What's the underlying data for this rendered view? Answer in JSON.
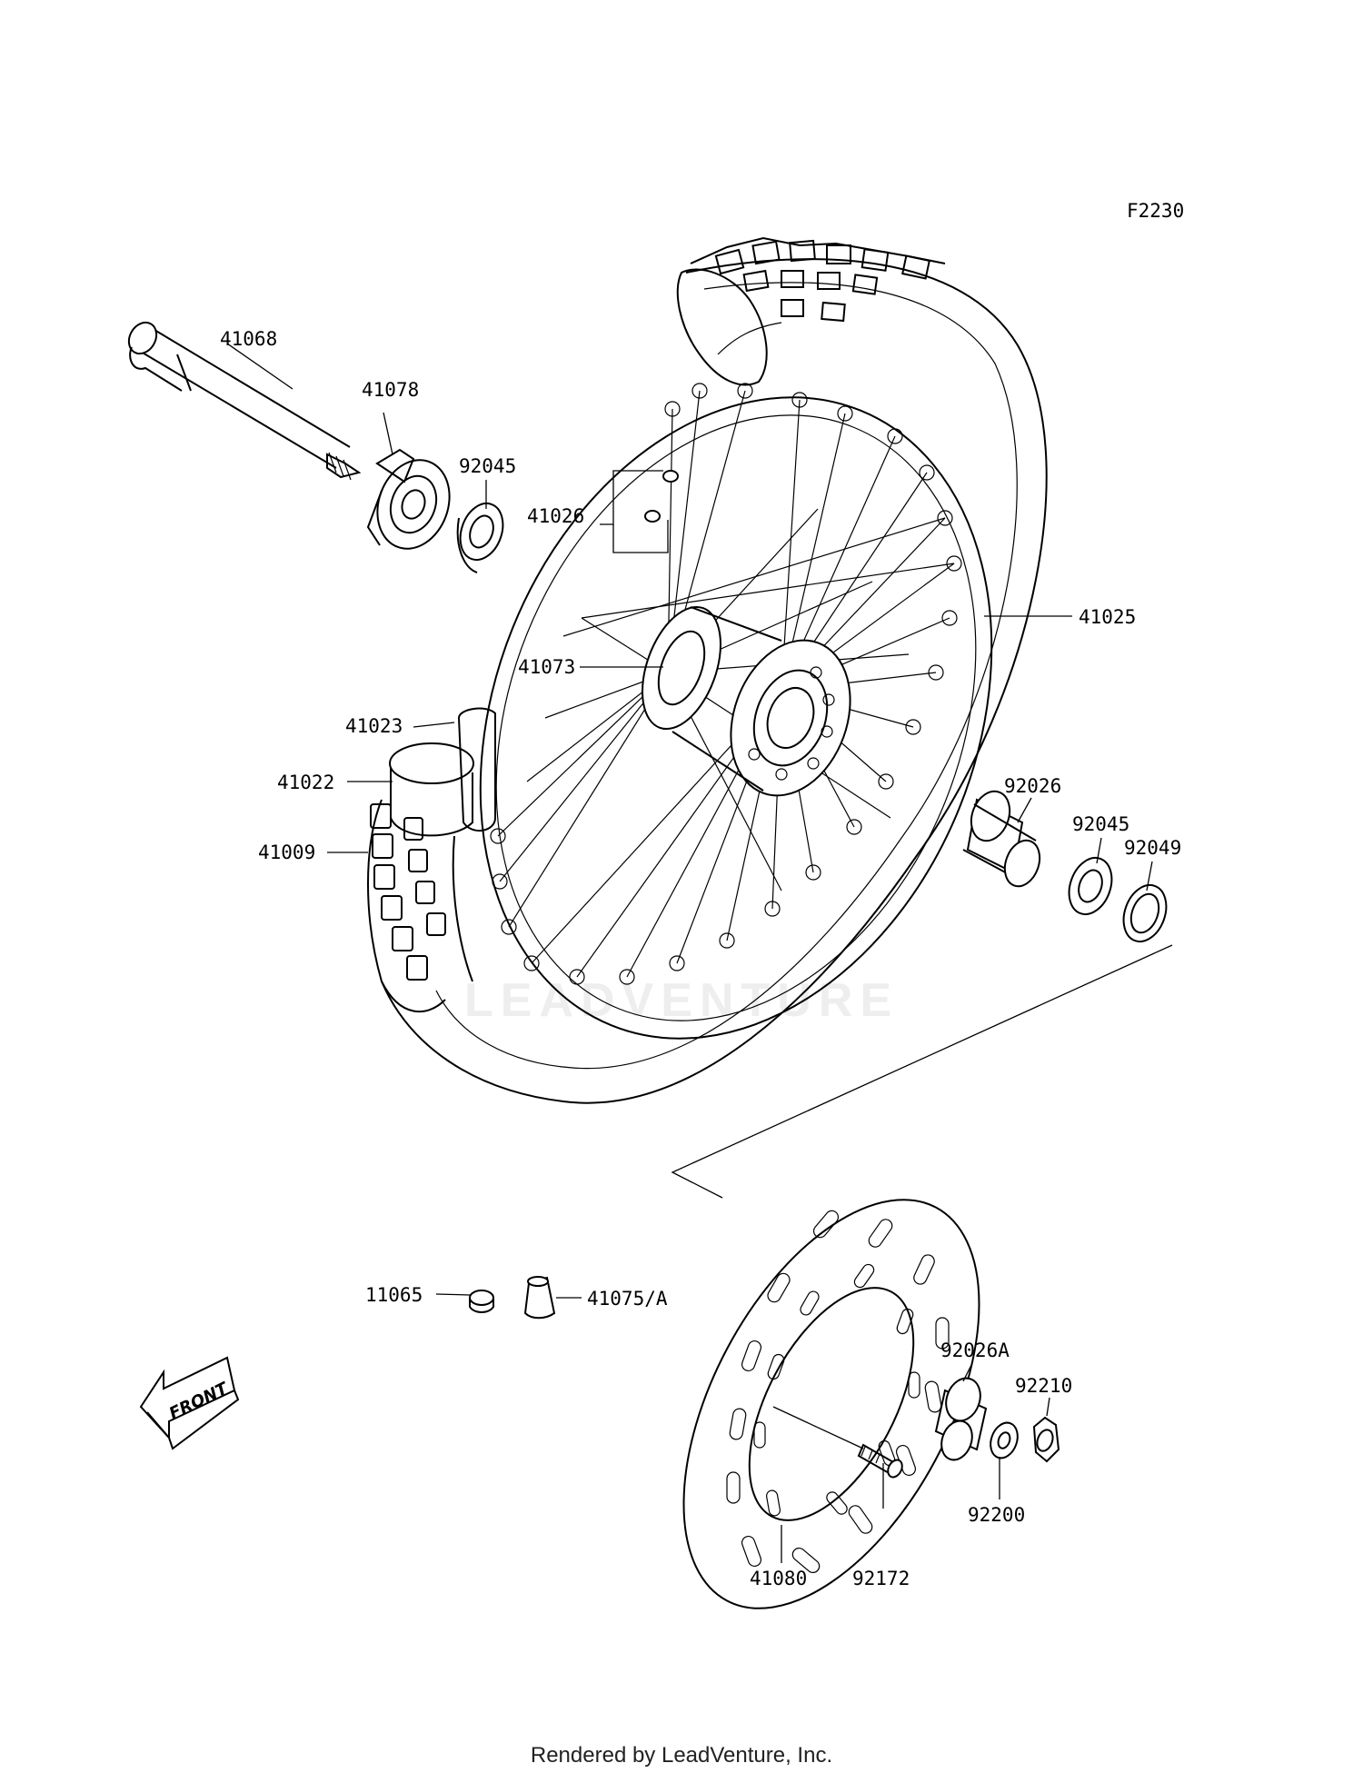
{
  "figure_code": "F2230",
  "watermark": "LEADVENTURE",
  "footer": "Rendered by LeadVenture, Inc.",
  "front_label": "FRONT",
  "callouts": {
    "p41068": "41068",
    "p41078": "41078",
    "p92045a": "92045",
    "p41026": "41026",
    "p41025": "41025",
    "p41073": "41073",
    "p41023": "41023",
    "p41022": "41022",
    "p41009": "41009",
    "p92026": "92026",
    "p92045b": "92045",
    "p92049": "92049",
    "p11065": "11065",
    "p41075": "41075/A",
    "p92026a": "92026A",
    "p92210": "92210",
    "p92200": "92200",
    "p41080": "41080",
    "p92172": "92172"
  }
}
